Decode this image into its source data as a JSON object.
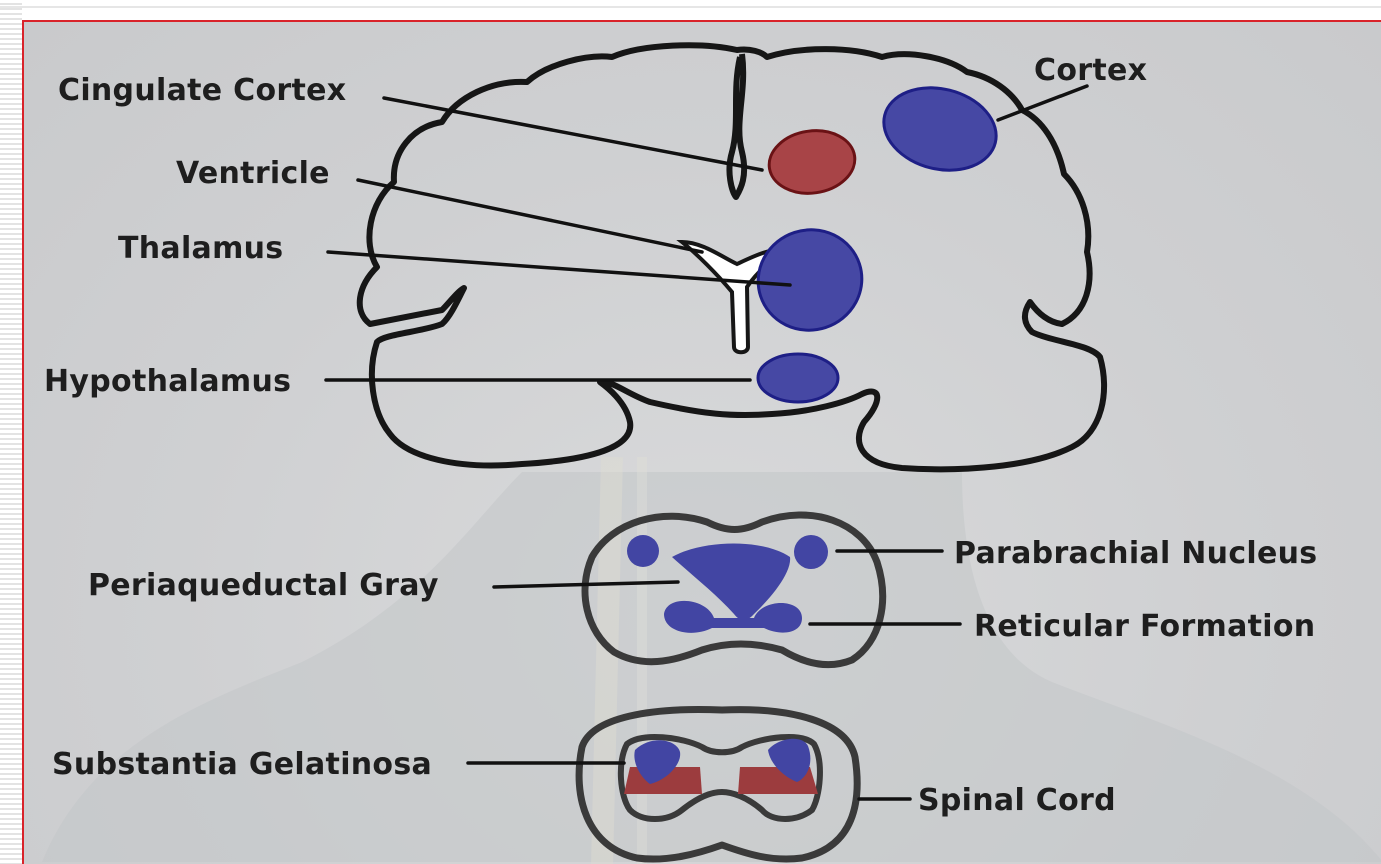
{
  "labels": {
    "cingulate_cortex": "Cingulate Cortex",
    "ventricle": "Ventricle",
    "thalamus": "Thalamus",
    "hypothalamus": "Hypothalamus",
    "cortex": "Cortex",
    "periaqueductal_gray": "Periaqueductal Gray",
    "parabrachial_nucleus": "Parabrachial Nucleus",
    "reticular_formation": "Reticular Formation",
    "substantia_gelatinosa": "Substantia Gelatinosa",
    "spinal_cord": "Spinal Cord"
  },
  "colors": {
    "frame_border": "#d9232a",
    "region_blue": "#4648a4",
    "region_red": "#a84447",
    "background": "#cfd0d2"
  }
}
